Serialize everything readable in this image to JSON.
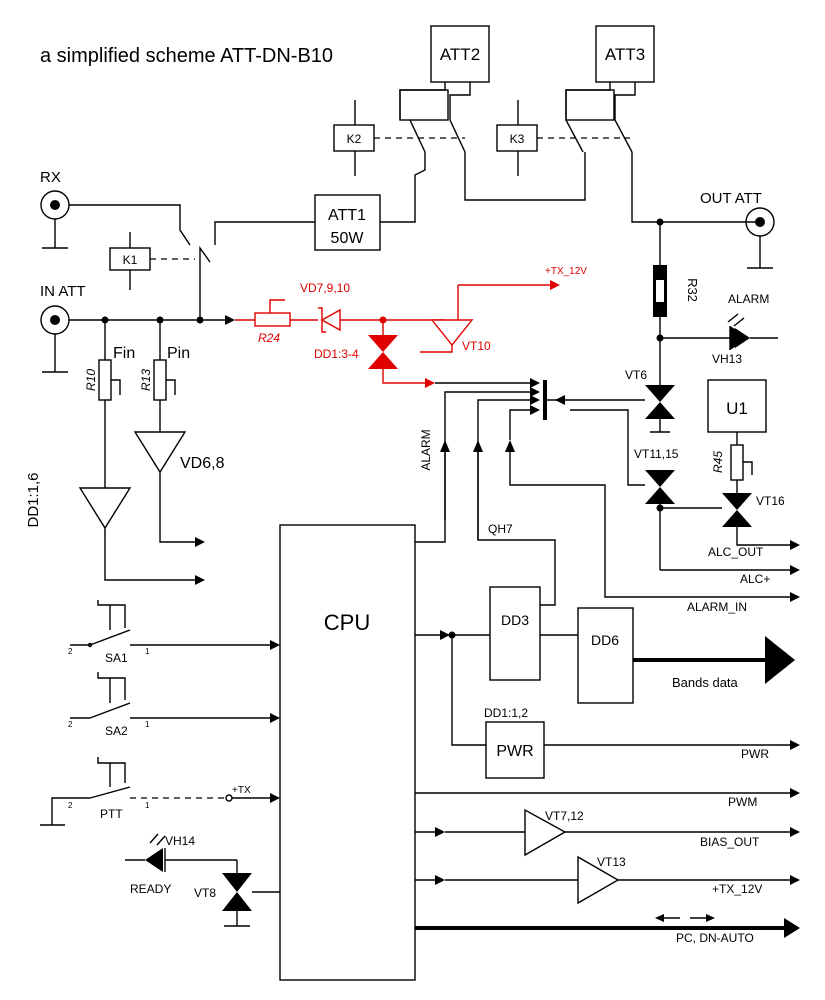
{
  "title": "a simplified scheme ATT-DN-B10",
  "blocks": {
    "att1_line1": "ATT1",
    "att1_line2": "50W",
    "att2": "ATT2",
    "att3": "ATT3",
    "cpu": "CPU",
    "dd3": "DD3",
    "dd6": "DD6",
    "pwr": "PWR",
    "u1": "U1"
  },
  "relays": {
    "k1": "K1",
    "k2": "K2",
    "k3": "K3"
  },
  "connectors": {
    "rx": "RX",
    "in_att": "IN ATT",
    "out_att": "OUT ATT"
  },
  "sensors": {
    "fin": "Fin",
    "pin": "Pin",
    "r10": "R10",
    "r13": "R13",
    "vd68": "VD6,8",
    "dd116": "DD1:1,6"
  },
  "red_path": {
    "r24": "R24",
    "vd7910": "VD7,9,10",
    "dd134": "DD1:3-4",
    "vt10": "VT10",
    "tx12v_small": "+TX_12V"
  },
  "right_side": {
    "r32": "R32",
    "alarm_led": "ALARM",
    "vh13": "VH13",
    "vt6": "VT6",
    "vt1115": "VT11,15",
    "r45": "R45",
    "vt16": "VT16"
  },
  "mid": {
    "alarm_vert": "ALARM",
    "qh7": "QH7",
    "dd112": "DD1:1,2",
    "bands_data": "Bands data"
  },
  "switches": {
    "sa1": "SA1",
    "sa2": "SA2",
    "ptt": "PTT",
    "pin_1": "1",
    "pin_2": "2",
    "tx_node": "+TX"
  },
  "indicators": {
    "vh14": "VH14",
    "ready": "READY",
    "vt8": "VT8"
  },
  "drivers": {
    "vt712": "VT7,12",
    "vt13": "VT13"
  },
  "outputs": {
    "alc_out": "ALC_OUT",
    "alc_plus": "ALC+",
    "alarm_in": "ALARM_IN",
    "pwr": "PWR",
    "pwm": "PWM",
    "bias_out": "BIAS_OUT",
    "tx12v": "+TX_12V",
    "pc": "PC, DN-AUTO"
  },
  "colors": {
    "line": "#000000",
    "highlight": "#e00000",
    "background": "#ffffff"
  }
}
